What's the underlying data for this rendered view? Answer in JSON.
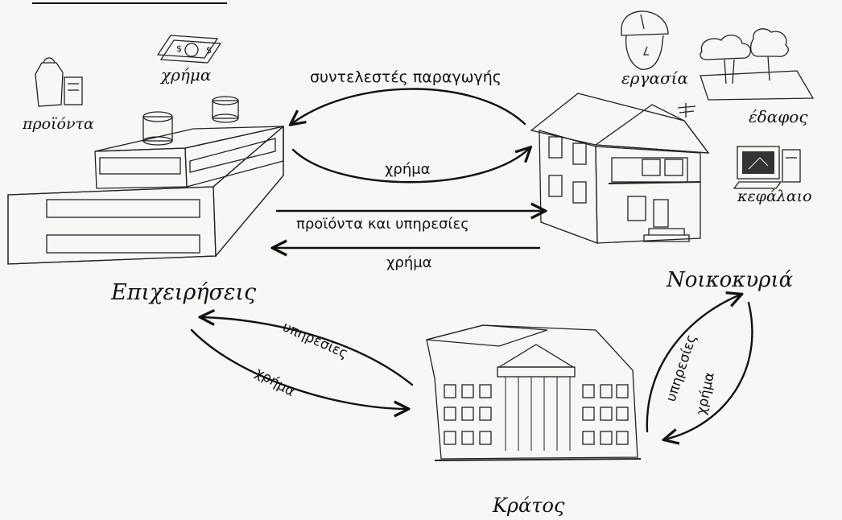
{
  "agents": {
    "firms": "Επιχειρήσεις",
    "households": "Νοικοκυριά",
    "state": "Κράτος"
  },
  "factors": {
    "labor": "εργασία",
    "land": "έδαφος",
    "capital": "κεφάλαιο"
  },
  "firm_icons": {
    "products": "προϊόντα",
    "money": "χρήμα"
  },
  "flows": {
    "factors_of_production": "συντελεστές παραγωγής",
    "money_to_households": "χρήμα",
    "goods_and_services": "προϊόντα και υπηρεσίες",
    "money_to_firms": "χρήμα",
    "state_services_to_firms": "υπηρεσίες",
    "firms_money_to_state": "χρήμα",
    "state_services_to_households": "υπηρεσίες",
    "households_money_to_state": "χρήμα"
  },
  "icons": [
    "worker-head-icon",
    "trees-icon",
    "computer-icon",
    "products-icon",
    "money-icon"
  ]
}
